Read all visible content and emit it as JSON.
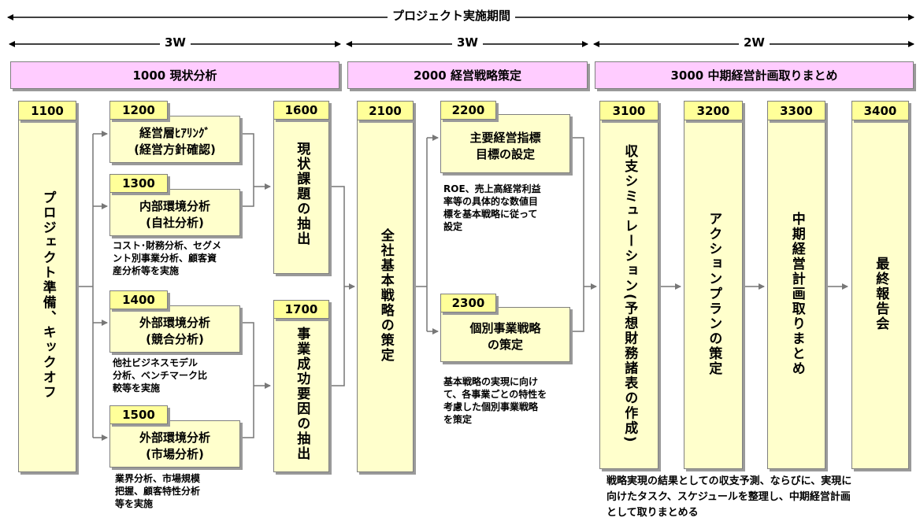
{
  "header": {
    "title": "プロジェクト実施期間"
  },
  "durations": [
    "3W",
    "3W",
    "2W"
  ],
  "phases": [
    {
      "label": "1000 現状分析"
    },
    {
      "label": "2000 経営戦略策定"
    },
    {
      "label": "3000 中期経営計画取りまとめ"
    }
  ],
  "tasks": {
    "t1100": {
      "code": "1100",
      "label": "プロジェクト準備、キックオフ"
    },
    "t1200": {
      "code": "1200",
      "line1": "経営層ﾋｱﾘﾝｸﾞ",
      "line2": "(経営方針確認)"
    },
    "t1300": {
      "code": "1300",
      "line1": "内部環境分析",
      "line2": "(自社分析)",
      "note": [
        "コスト･財務分析、セグメ",
        "ント別事業分析、顧客資",
        "産分析等を実施"
      ]
    },
    "t1400": {
      "code": "1400",
      "line1": "外部環境分析",
      "line2": "(競合分析)",
      "note": [
        "他社ビジネスモデル",
        "分析、ベンチマーク比",
        "較等を実施"
      ]
    },
    "t1500": {
      "code": "1500",
      "line1": "外部環境分析",
      "line2": "(市場分析)",
      "note": [
        "業界分析、市場規模",
        "把握、顧客特性分析",
        "等を実施"
      ]
    },
    "t1600": {
      "code": "1600",
      "label": "現状課題の抽出"
    },
    "t1700": {
      "code": "1700",
      "label": "事業成功要因の抽出"
    },
    "t2100": {
      "code": "2100",
      "label": "全社基本戦略の策定"
    },
    "t2200": {
      "code": "2200",
      "line1": "主要経営指標",
      "line2": "目標の設定",
      "note": [
        "ROE、売上高経常利益",
        "率等の具体的な数値目",
        "標を基本戦略に従って",
        "設定"
      ]
    },
    "t2300": {
      "code": "2300",
      "line1": "個別事業戦略",
      "line2": "の策定",
      "note": [
        "基本戦略の実現に向け",
        "て、各事業ごとの特性を",
        "考慮した個別事業戦略",
        "を策定"
      ]
    },
    "t3100": {
      "code": "3100",
      "label": "収支シミュレーション(予想財務諸表の作成)"
    },
    "t3200": {
      "code": "3200",
      "label": "アクションプランの策定"
    },
    "t3300": {
      "code": "3300",
      "label": "中期経営計画取りまとめ"
    },
    "t3400": {
      "code": "3400",
      "label": "最終報告会"
    }
  },
  "bottom_note": [
    "戦略実現の結果としての収支予測、ならびに、実現に",
    "向けたタスク、スケジュールを整理し、中期経営計画",
    "として取りまとめる"
  ]
}
